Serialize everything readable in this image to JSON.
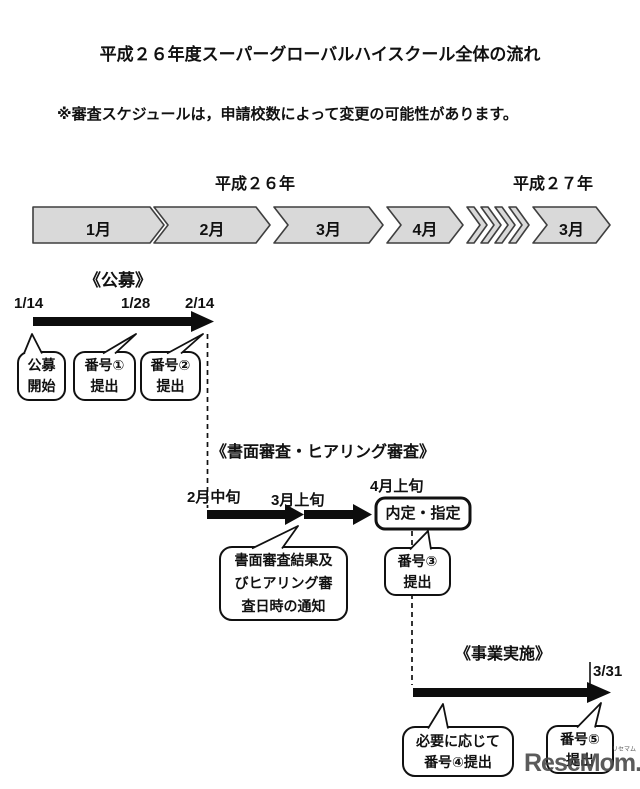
{
  "title": "平成２６年度スーパーグローバルハイスクール全体の流れ",
  "note": "※審査スケジュールは，申請校数によって変更の可能性があります。",
  "timeline": {
    "year_left": "平成２６年",
    "year_right": "平成２７年",
    "months": [
      "1月",
      "2月",
      "3月",
      "4月",
      "3月"
    ]
  },
  "kobo": {
    "header": "《公募》",
    "date1": "1/14",
    "date2": "1/28",
    "date3": "2/14",
    "bubble1_l1": "公募",
    "bubble1_l2": "開始",
    "bubble2_l1": "番号①",
    "bubble2_l2": "提出",
    "bubble3_l1": "番号②",
    "bubble3_l2": "提出"
  },
  "shinsa": {
    "header": "《書面審査・ヒアリング審査》",
    "label1": "2月中旬",
    "label2": "3月上旬",
    "label3": "4月上旬",
    "decision_box": "内定・指定",
    "notice_l1": "書面審査結果及",
    "notice_l2": "びヒアリング審",
    "notice_l3": "査日時の通知",
    "bubble_l1": "番号③",
    "bubble_l2": "提出"
  },
  "jigyo": {
    "header": "《事業実施》",
    "end_date": "3/31",
    "bubble4_l1": "必要に応じて",
    "bubble4_l2": "番号④提出",
    "bubble5_l1": "番号⑤",
    "bubble5_l2": "提出"
  },
  "watermark": {
    "text": "ReseMom.",
    "ruby": "リセマム"
  },
  "colors": {
    "bar_fill": "#d9d9d9",
    "bar_border": "#3f3f3f",
    "ink": "#111111",
    "watermark_gray": "#4a4a4a"
  }
}
